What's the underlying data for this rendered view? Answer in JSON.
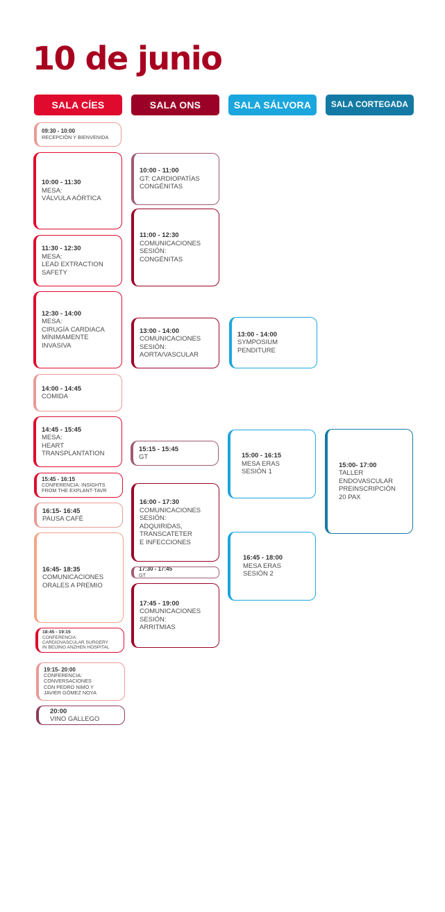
{
  "title": "10 de junio",
  "colors": {
    "title": "#a8001f",
    "sala_cies": "#df0a2d",
    "sala_ons": "#9b0026",
    "sala_salvora": "#1ba6de",
    "sala_cortegada": "#147aa4"
  },
  "halls": [
    {
      "name": "SALA CÍES"
    },
    {
      "name": "SALA ONS"
    },
    {
      "name": "SALA SÁLVORA"
    },
    {
      "name": "SALA CORTEGADA"
    }
  ],
  "sessions": [
    {
      "time": "09:30 - 10:00",
      "desc": "RECEPCIÓN Y BIENVENIDA"
    },
    {
      "time": "10:00 - 11:30",
      "desc": "MESA:\nVÁLVULA AÓRTICA"
    },
    {
      "time": "11:30 - 12:30",
      "desc": "MESA:\nLEAD EXTRACTION\nSAFETY"
    },
    {
      "time": "12:30 - 14:00",
      "desc": "MESA:\nCIRUGÍA CARDIACA\nMÍNIMAMENTE\nINVASIVA"
    },
    {
      "time": "14:00 - 14:45",
      "desc": "COMIDA"
    },
    {
      "time": "14:45 - 15:45",
      "desc": "MESA:\nHEART\nTRANSPLANTATION"
    },
    {
      "time": "15:45 - 16:15",
      "desc": "CONFERENCIA: INSIGHTS\nFROM THE EXPLANT-TAVR"
    },
    {
      "time": "16:15- 16:45",
      "desc": "PAUSA CAFÉ"
    },
    {
      "time": "16:45- 18:35",
      "desc": "COMUNICACIONES\nORALES A PREMIO"
    },
    {
      "time": "18:45 - 19:15",
      "desc": "CONFERENCIA:\nCARDIOVASCULAR SURGERY\nIN BEIJING ANZHEN HOSPITAL"
    },
    {
      "time": "19:15- 20:00",
      "desc": "CONFERENCIA:\nCONVERSACIONES\nCON PEDRO NIMO Y\nJAVIER GÓMEZ NOYA"
    },
    {
      "time": "20:00",
      "desc": "VINO GALLEGO"
    },
    {
      "time": "10:00 - 11:00",
      "desc": "GT: CARDIOPATÍAS\nCONGÉNITAS"
    },
    {
      "time": "11:00 - 12:30",
      "desc": "COMUNICACIONES\nSESIÓN:\nCONGÉNITAS"
    },
    {
      "time": "13:00 - 14:00",
      "desc": "COMUNICACIONES\nSESIÓN:\nAORTA/VASCULAR"
    },
    {
      "time": "15:15 - 15:45",
      "desc": "GT"
    },
    {
      "time": "16:00 - 17:30",
      "desc": "COMUNICACIONES\nSESIÓN:\nADQUIRIDAS,\nTRANSCATETER\nE INFECCIONES"
    },
    {
      "time": "17:30 - 17:45",
      "desc": "GT"
    },
    {
      "time": "17:45 - 19:00",
      "desc": "COMUNICACIONES\nSESIÓN:\nARRITMIAS"
    },
    {
      "time": "13:00 - 14:00",
      "desc": "SYMPOSIUM\nPENDITURE"
    },
    {
      "time": "15:00 - 16:15",
      "desc": "MESA ERAS\nSESIÓN 1"
    },
    {
      "time": "16:45 - 18:00",
      "desc": "MESA ERAS\nSESIÓN 2"
    },
    {
      "time": "15:00- 17:00",
      "desc": "TALLER\nENDOVASCULAR\nPREINSCRIPCIÓN\n20 PAX"
    }
  ]
}
